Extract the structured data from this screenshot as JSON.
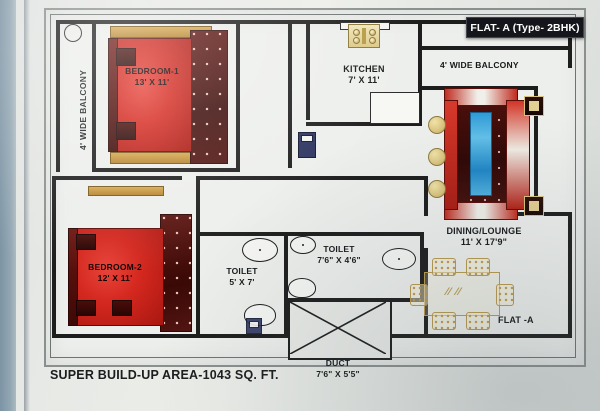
{
  "plan": {
    "title_banner": "FLAT- A (Type- 2BHK)",
    "caption": "SUPER BUILD-UP AREA-1043 SQ. FT.",
    "flat_tag": "FLAT -A",
    "balcony_left_label": "4' WIDE BALCONY",
    "balcony_right_label": "4' WIDE BALCONY",
    "rooms": [
      {
        "name": "BEDROOM-1",
        "dim": "13' X 11'"
      },
      {
        "name": "BEDROOM-2",
        "dim": "12' X 11'"
      },
      {
        "name": "KITCHEN",
        "dim": "7' X 11'"
      },
      {
        "name": "DINING/LOUNGE",
        "dim": "11' X 17'9\""
      },
      {
        "name": "TOILET",
        "dim": "7'6\" X 4'6\""
      },
      {
        "name": "TOILET",
        "dim": "5' X 7'"
      },
      {
        "name": "DUCT",
        "dim": "7'6\" X 5'5\""
      }
    ],
    "colors": {
      "wall": "#1d1d1d",
      "paper": "#edefec",
      "bed_red": "#d4281f",
      "sofa_red": "#c02c20",
      "carpet_blue": "#2f9ad6",
      "furniture_gold": "#b99a4e",
      "banner_bg": "#15161c",
      "banner_text": "#ffffff"
    }
  }
}
